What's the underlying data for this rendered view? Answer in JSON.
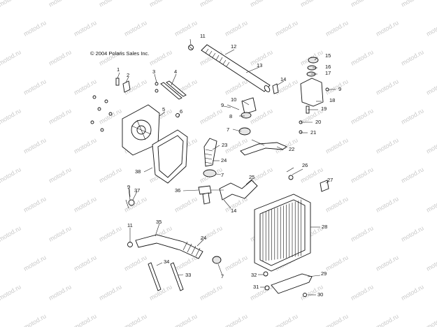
{
  "copyright": "© 2004 Polaris Sales Inc.",
  "watermark": "motod.ru",
  "callouts": {
    "c1": "1",
    "c2": "2",
    "c3": "3",
    "c4": "4",
    "c5": "5",
    "c6": "6",
    "c7a": "7",
    "c7b": "7",
    "c7c": "7",
    "c8": "8",
    "c9a": "9",
    "c9b": "9",
    "c9c": "9",
    "c10": "10",
    "c11a": "11",
    "c11b": "11",
    "c12": "12",
    "c13": "13",
    "c14a": "14",
    "c14b": "14",
    "c15": "15",
    "c16": "16",
    "c17": "17",
    "c18": "18",
    "c19": "19",
    "c20": "20",
    "c21": "21",
    "c22": "22",
    "c23": "23",
    "c24a": "24",
    "c24b": "24",
    "c25": "25",
    "c26": "26",
    "c27": "27",
    "c28": "28",
    "c29": "29",
    "c30": "30",
    "c31": "31",
    "c32": "32",
    "c33": "33",
    "c34": "34",
    "c35": "35",
    "c36": "36",
    "c37": "37",
    "c38": "38"
  }
}
